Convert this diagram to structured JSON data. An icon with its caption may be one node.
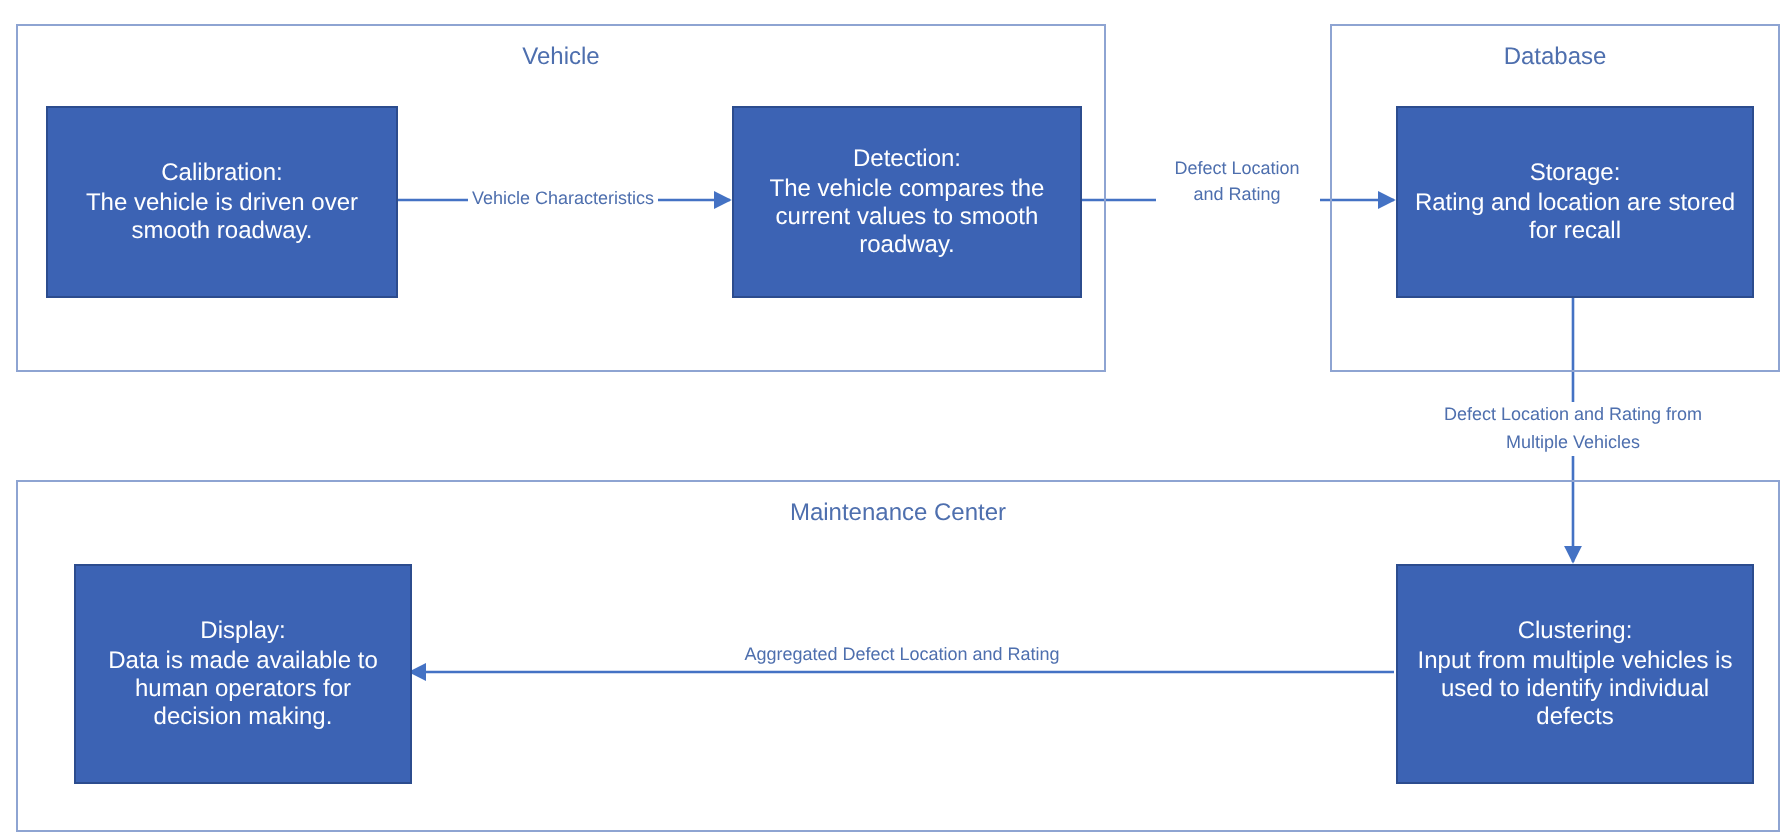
{
  "diagram": {
    "nodes": [
      {
        "text": [
          "Vehicle"
        ]
      },
      {
        "text": [
          "Calibration:",
          "The vehicle is driven over smooth roadway."
        ],
        "in": 0
      },
      {
        "text": [
          "Detection:",
          "The vehicle compares the current values to smooth roadway."
        ],
        "in": 0
      },
      {
        "text": [
          "Database"
        ]
      },
      {
        "text": [
          "Storage:",
          "Rating and location are stored for recall"
        ],
        "in": 3
      },
      {
        "text": [
          "Maintenance Center"
        ]
      },
      {
        "text": [
          "Display:",
          "Data is made available to human operators for decision making."
        ],
        "in": 5
      },
      {
        "text": [
          "Clustering:",
          "Input from multiple vehicles is used to identify individual defects"
        ],
        "in": 5
      }
    ],
    "edges": [
      {
        "from": 1,
        "to": 2,
        "arrow": "to",
        "label": "Vehicle Characteristics"
      },
      {
        "from": 2,
        "to": 4,
        "arrow": "to",
        "label": "Defect Location and Rating"
      },
      {
        "from": 4,
        "to": 7,
        "arrow": "to",
        "label": "Defect Location and Rating from Multiple Vehicles"
      },
      {
        "from": 7,
        "to": 6,
        "arrow": "to",
        "label": "Aggregated Defect Location and Rating"
      }
    ]
  }
}
